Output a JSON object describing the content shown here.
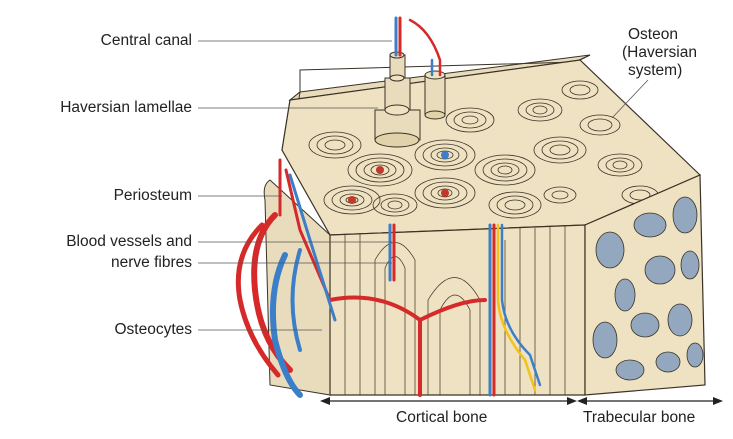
{
  "labels": {
    "central_canal": "Central canal",
    "haversian_lamellae": "Haversian lamellae",
    "periosteum": "Periosteum",
    "blood_vessels_line1": "Blood vessels and",
    "blood_vessels_line2": "nerve fibres",
    "osteocytes": "Osteocytes",
    "osteon_line1": "Osteon",
    "osteon_line2": "(Haversian",
    "osteon_line3": "system)",
    "cortical_bone": "Cortical bone",
    "trabecular_bone": "Trabecular bone"
  },
  "colors": {
    "bone": "#efe2c2",
    "bone_shadow": "#e2d2aa",
    "outline": "#3a3226",
    "artery": "#d62a2a",
    "vein": "#3c7fc9",
    "nerve": "#f2c21b",
    "marrow": "#93a8bf"
  }
}
